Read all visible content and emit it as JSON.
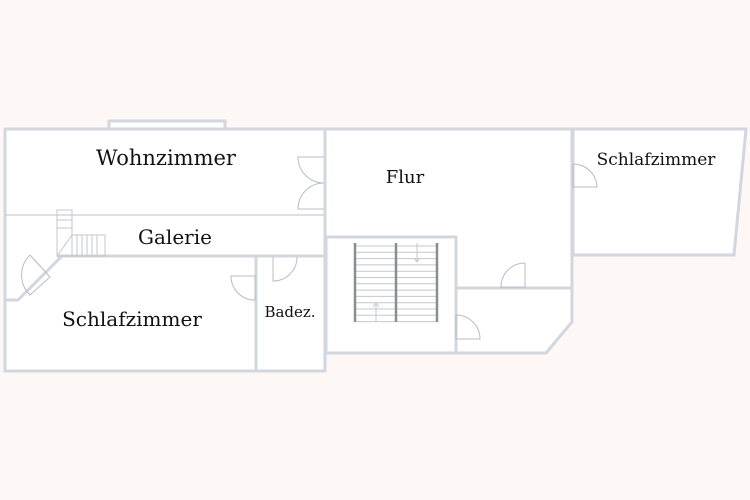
{
  "floorplan": {
    "rooms": [
      {
        "id": "wohnzimmer",
        "label": "Wohnzimmer"
      },
      {
        "id": "galerie",
        "label": "Galerie"
      },
      {
        "id": "schlafzimmer-left",
        "label": "Schlafzimmer"
      },
      {
        "id": "badezimmer",
        "label": "Badez."
      },
      {
        "id": "flur",
        "label": "Flur"
      },
      {
        "id": "schlafzimmer-right",
        "label": "Schlafzimmer"
      }
    ]
  },
  "colors": {
    "background": "#fdf8f6",
    "wall": "#d2d6de",
    "room_fill": "#ffffff"
  }
}
